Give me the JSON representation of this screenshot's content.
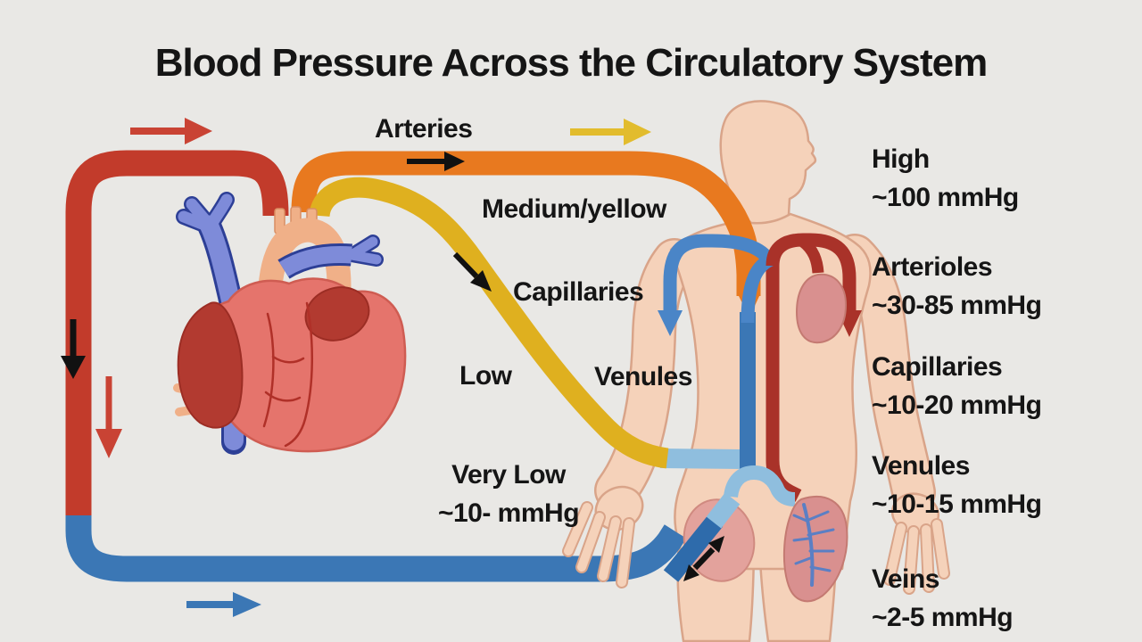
{
  "title": "Blood Pressure Across the Circulatory System",
  "flow_labels": {
    "arteries": "Arteries",
    "medium_yellow": "Medium/yellow",
    "capillaries": "Capillaries",
    "low": "Low",
    "venules": "Venules",
    "very_low": "Very Low",
    "very_low_value": "~10- mmHg"
  },
  "pressure_legend": [
    {
      "label": "High",
      "value": "~100 mmHg"
    },
    {
      "label": "Arterioles",
      "value": "~30-85 mmHg"
    },
    {
      "label": "Capillaries",
      "value": "~10-20 mmHg"
    },
    {
      "label": "Venules",
      "value": "~10-15 mmHg"
    },
    {
      "label": "Veins",
      "value": "~2-5 mmHg"
    }
  ],
  "icons": [
    "heart-illustration",
    "body-silhouette",
    "artery-tube-red",
    "artery-tube-orange",
    "capillary-tube-yellow",
    "vein-tube-blue",
    "flow-arrows"
  ],
  "colors": {
    "background": "#e9e8e5",
    "text": "#151515",
    "artery_red": "#c23b2b",
    "arrow_red": "#c94334",
    "artery_orange": "#e8791f",
    "capillary_yellow": "#dfb01f",
    "arrow_yellow": "#e2bc2d",
    "vein_blue": "#3b77b5",
    "venule_light_blue": "#8fbede",
    "vein_dark_blue": "#2e6bab",
    "shoulder_loop_blue": "#4a85c7",
    "arteriole_dark_red": "#a93229",
    "skin": "#f5d2ba",
    "skin_outline": "#d9a489",
    "heart_pink": "#e5746c",
    "heart_dark_red": "#b23a30",
    "aorta_peach": "#f0b088",
    "vessel_blue": "#7e8bd9",
    "vessel_blue_outline": "#2d3f96",
    "organ_pink": "#d9908f",
    "organ_vein_blue": "#5b7fc4"
  }
}
